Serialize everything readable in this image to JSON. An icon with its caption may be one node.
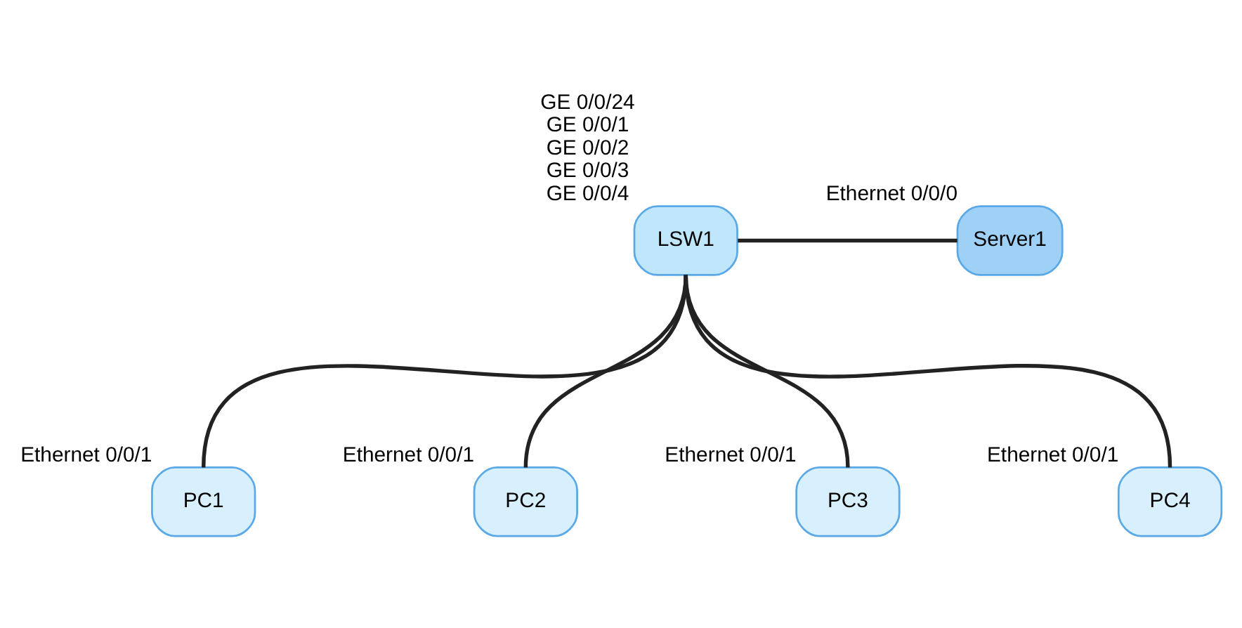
{
  "diagram": {
    "nodes": [
      {
        "text": [
          "LSW1"
        ],
        "beside": [
          "GE 0/0/24",
          "GE 0/0/1",
          "GE 0/0/2",
          "GE 0/0/3",
          "GE 0/0/4"
        ]
      },
      {
        "text": [
          "Server1"
        ],
        "beside": [
          "Ethernet 0/0/0"
        ]
      },
      {
        "text": [
          "PC1"
        ],
        "beside": [
          "Ethernet 0/0/1"
        ]
      },
      {
        "text": [
          "PC2"
        ],
        "beside": [
          "Ethernet 0/0/1"
        ]
      },
      {
        "text": [
          "PC3"
        ],
        "beside": [
          "Ethernet 0/0/1"
        ]
      },
      {
        "text": [
          "PC4"
        ],
        "beside": [
          "Ethernet 0/0/1"
        ]
      }
    ],
    "edges": [
      {
        "from": 0,
        "to": 1,
        "arrow": "none"
      },
      {
        "from": 0,
        "to": 2,
        "arrow": "none"
      },
      {
        "from": 0,
        "to": 3,
        "arrow": "none"
      },
      {
        "from": 0,
        "to": 4,
        "arrow": "none"
      },
      {
        "from": 0,
        "to": 5,
        "arrow": "none"
      }
    ]
  }
}
